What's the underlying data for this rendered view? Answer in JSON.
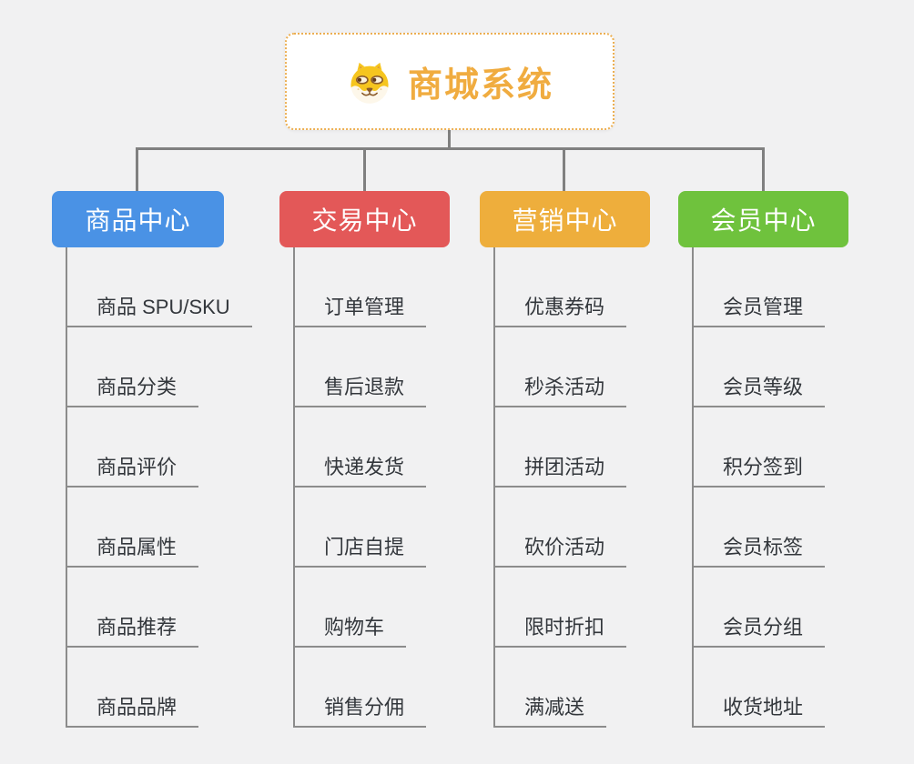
{
  "page": {
    "background": "#f1f1f2",
    "connector_color": "#808080"
  },
  "root": {
    "label": "商城系统",
    "icon": "doge-face-icon",
    "text_color": "#f0ac40",
    "border_color": "#ecaf52"
  },
  "branches": [
    {
      "label": "商品中心",
      "color": "#4a92e5",
      "items": [
        "商品 SPU/SKU",
        "商品分类",
        "商品评价",
        "商品属性",
        "商品推荐",
        "商品品牌"
      ]
    },
    {
      "label": "交易中心",
      "color": "#e35858",
      "items": [
        "订单管理",
        "售后退款",
        "快递发货",
        "门店自提",
        "购物车",
        "销售分佣"
      ]
    },
    {
      "label": "营销中心",
      "color": "#eeae3c",
      "items": [
        "优惠券码",
        "秒杀活动",
        "拼团活动",
        "砍价活动",
        "限时折扣",
        "满减送"
      ]
    },
    {
      "label": "会员中心",
      "color": "#6fc23d",
      "items": [
        "会员管理",
        "会员等级",
        "积分签到",
        "会员标签",
        "会员分组",
        "收货地址"
      ]
    }
  ]
}
